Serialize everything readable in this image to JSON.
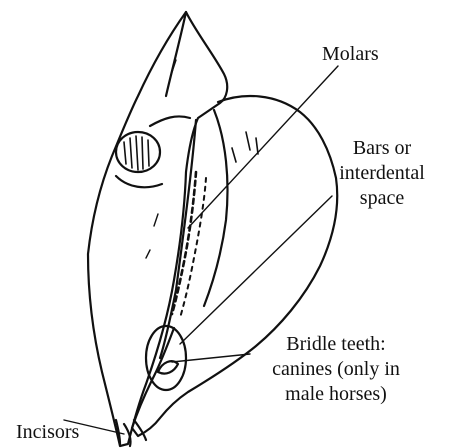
{
  "labels": {
    "molars": "Molars",
    "bars": [
      "Bars or",
      "interdental",
      "space"
    ],
    "bridle": [
      "Bridle teeth:",
      "canines (only in",
      "male horses)"
    ],
    "incisors": "Incisors"
  },
  "colors": {
    "ink": "#111111",
    "background": "#ffffff"
  }
}
